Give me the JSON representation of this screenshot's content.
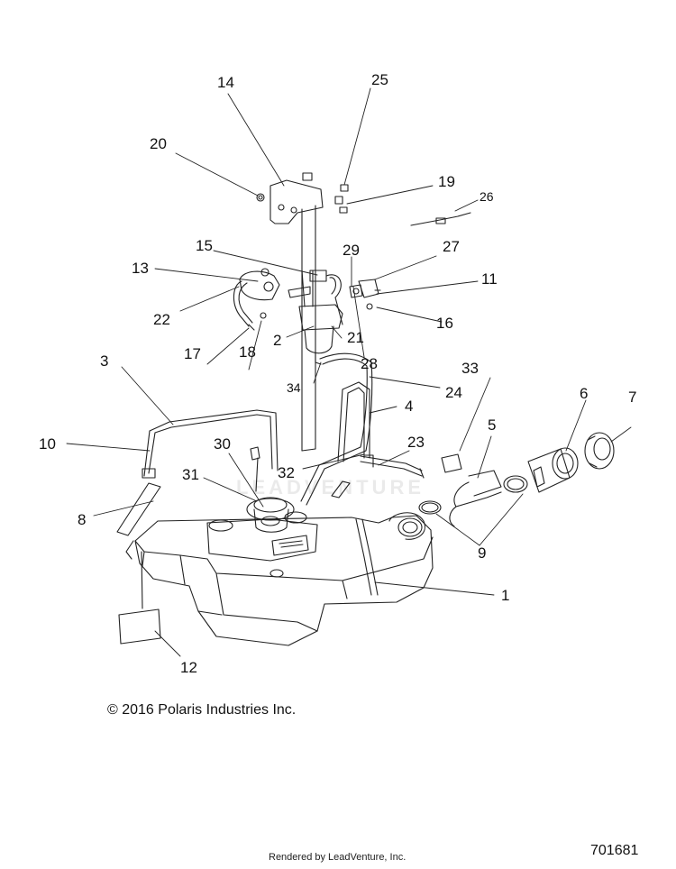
{
  "callouts": {
    "c1": "1",
    "c2": "2",
    "c3": "3",
    "c4": "4",
    "c5": "5",
    "c6": "6",
    "c7": "7",
    "c8": "8",
    "c9": "9",
    "c10": "10",
    "c11": "11",
    "c12": "12",
    "c13": "13",
    "c14": "14",
    "c15": "15",
    "c16": "16",
    "c17": "17",
    "c18": "18",
    "c19": "19",
    "c20": "20",
    "c21": "21",
    "c22": "22",
    "c23": "23",
    "c24": "24",
    "c25": "25",
    "c26": "26",
    "c27": "27",
    "c28": "28",
    "c29": "29",
    "c30": "30",
    "c31": "31",
    "c32": "32",
    "c33": "33",
    "c34": "34"
  },
  "watermark": "LEADVENTURE",
  "copyright": "© 2016 Polaris Industries Inc.",
  "footer": "Rendered by LeadVenture, Inc.",
  "doc_id": "701681"
}
